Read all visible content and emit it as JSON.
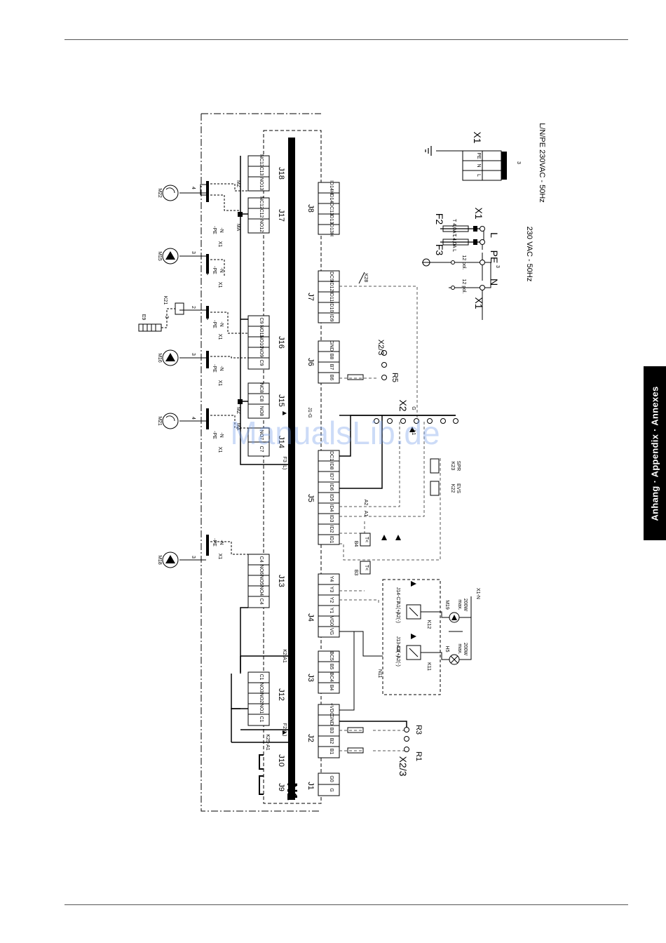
{
  "controller_label": "N1",
  "connectors": {
    "J1": {
      "label": "J1",
      "pins": [
        "G",
        "G0"
      ]
    },
    "J2": {
      "label": "J2",
      "pins": [
        "B1",
        "B2",
        "B3",
        "GND",
        "+VDC"
      ]
    },
    "J3": {
      "label": "J3",
      "pins": [
        "B4",
        "BC4",
        "B5",
        "BC5"
      ]
    },
    "J4": {
      "label": "J4",
      "pins": [
        "VG",
        "VG0",
        "Y1",
        "Y2",
        "Y3",
        "Y4"
      ]
    },
    "J5": {
      "label": "J5",
      "pins": [
        "ID1",
        "ID2",
        "ID3",
        "ID4",
        "ID5",
        "ID6",
        "ID7",
        "ID8",
        "IDC1"
      ]
    },
    "J6": {
      "label": "J6",
      "pins": [
        "B6",
        "B7",
        "B8",
        "GND"
      ]
    },
    "J7": {
      "label": "J7",
      "pins": [
        "ID9",
        "ID10",
        "ID11",
        "ID12",
        "IDC9"
      ]
    },
    "J8": {
      "label": "J8",
      "pins": [
        "ID13H",
        "ID13",
        "IDC13",
        "ID14",
        "ID14H"
      ]
    },
    "J9": {
      "label": "J9"
    },
    "J10": {
      "label": "J10"
    },
    "J12": {
      "label": "J12",
      "pins": [
        "C1",
        "NO1",
        "NO2",
        "NO3",
        "C1"
      ]
    },
    "J13": {
      "label": "J13",
      "pins": [
        "C4",
        "NO4",
        "NO5",
        "NO6",
        "C4"
      ]
    },
    "J14": {
      "label": "J14",
      "pins": [
        "C7",
        "NO7"
      ]
    },
    "J15": {
      "label": "J15",
      "pins": [
        "NO8",
        "C8",
        "NC8"
      ]
    },
    "J16": {
      "label": "J16",
      "pins": [
        "C9",
        "NO9",
        "NO10",
        "NO11",
        "C9"
      ]
    },
    "J17": {
      "label": "J17",
      "pins": [
        "NO12",
        "C12",
        "NC12"
      ]
    },
    "J18": {
      "label": "J18",
      "pins": [
        "NO13",
        "C13",
        "NC13"
      ]
    }
  },
  "components": {
    "M18": "M18",
    "M21": "M21",
    "M16": "M16",
    "M15": "M15",
    "M22": "M22",
    "M19": "M19",
    "E9": "E9",
    "K21": "K21",
    "K22": "K22",
    "K23": "K23",
    "K28": "K28",
    "K11": "K11",
    "K12": "K12",
    "N11": "N11",
    "H5": "H5",
    "R1": "R1",
    "R3": "R3",
    "R5": "R5",
    "B3": "B3",
    "B4": "B4",
    "EVS": "EVS",
    "SPR": "SPR",
    "A1": "A1",
    "A2": "A2",
    "F2": "F2",
    "F3": "F3"
  },
  "labels": {
    "x1": "X1",
    "x2": "X2",
    "x23": "X2/3",
    "pe": "PE",
    "n": "N",
    "l": "L",
    "mz": "MZ",
    "ma": "MA",
    "g": "G",
    "k2a1": "K2-A1",
    "k25a1": "K25-A1",
    "f2l": "F2 (L)",
    "f3l": "F3 (L)",
    "j1g": "J1-G",
    "x1pe": "-PE",
    "x1n": "-N",
    "j14c7": "J14-C7",
    "j13c4": "J13-C4",
    "x1n_lbl": "X1-N",
    "max200": "max.",
    "w200": "200W",
    "t4al": "T 4,0A L",
    "pol12": "12 pol.",
    "wire3": "3",
    "wire2": "2",
    "wire4": "4",
    "supply1": "230 VAC - 50Hz",
    "supply2": "L/N/PE 230VAC - 50Hz",
    "tlt": "T<",
    "a1plus": "A1(+)",
    "a2minus": "A2(-)"
  },
  "side_tab": "Anhang · Appendix · Annexes",
  "watermark": "ManualsLib.de"
}
